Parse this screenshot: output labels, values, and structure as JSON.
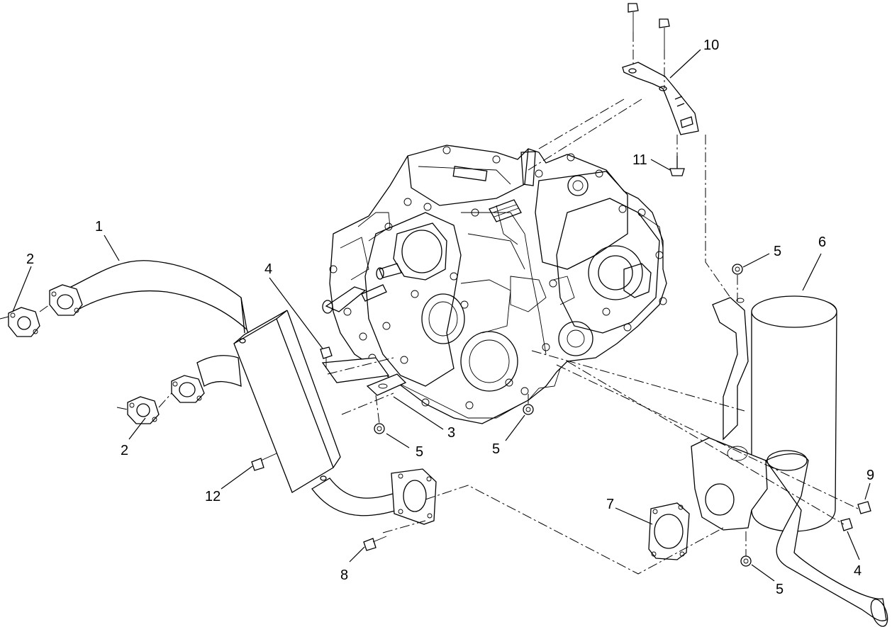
{
  "diagram": {
    "callouts": [
      {
        "id": "c1",
        "label": "1"
      },
      {
        "id": "c2a",
        "label": "2"
      },
      {
        "id": "c2b",
        "label": "2"
      },
      {
        "id": "c3",
        "label": "3"
      },
      {
        "id": "c4a",
        "label": "4"
      },
      {
        "id": "c4b",
        "label": "4"
      },
      {
        "id": "c5a",
        "label": "5"
      },
      {
        "id": "c5b",
        "label": "5"
      },
      {
        "id": "c5c",
        "label": "5"
      },
      {
        "id": "c5d",
        "label": "5"
      },
      {
        "id": "c6",
        "label": "6"
      },
      {
        "id": "c7",
        "label": "7"
      },
      {
        "id": "c8",
        "label": "8"
      },
      {
        "id": "c9",
        "label": "9"
      },
      {
        "id": "c10",
        "label": "10"
      },
      {
        "id": "c11",
        "label": "11"
      },
      {
        "id": "c12",
        "label": "12"
      }
    ]
  }
}
